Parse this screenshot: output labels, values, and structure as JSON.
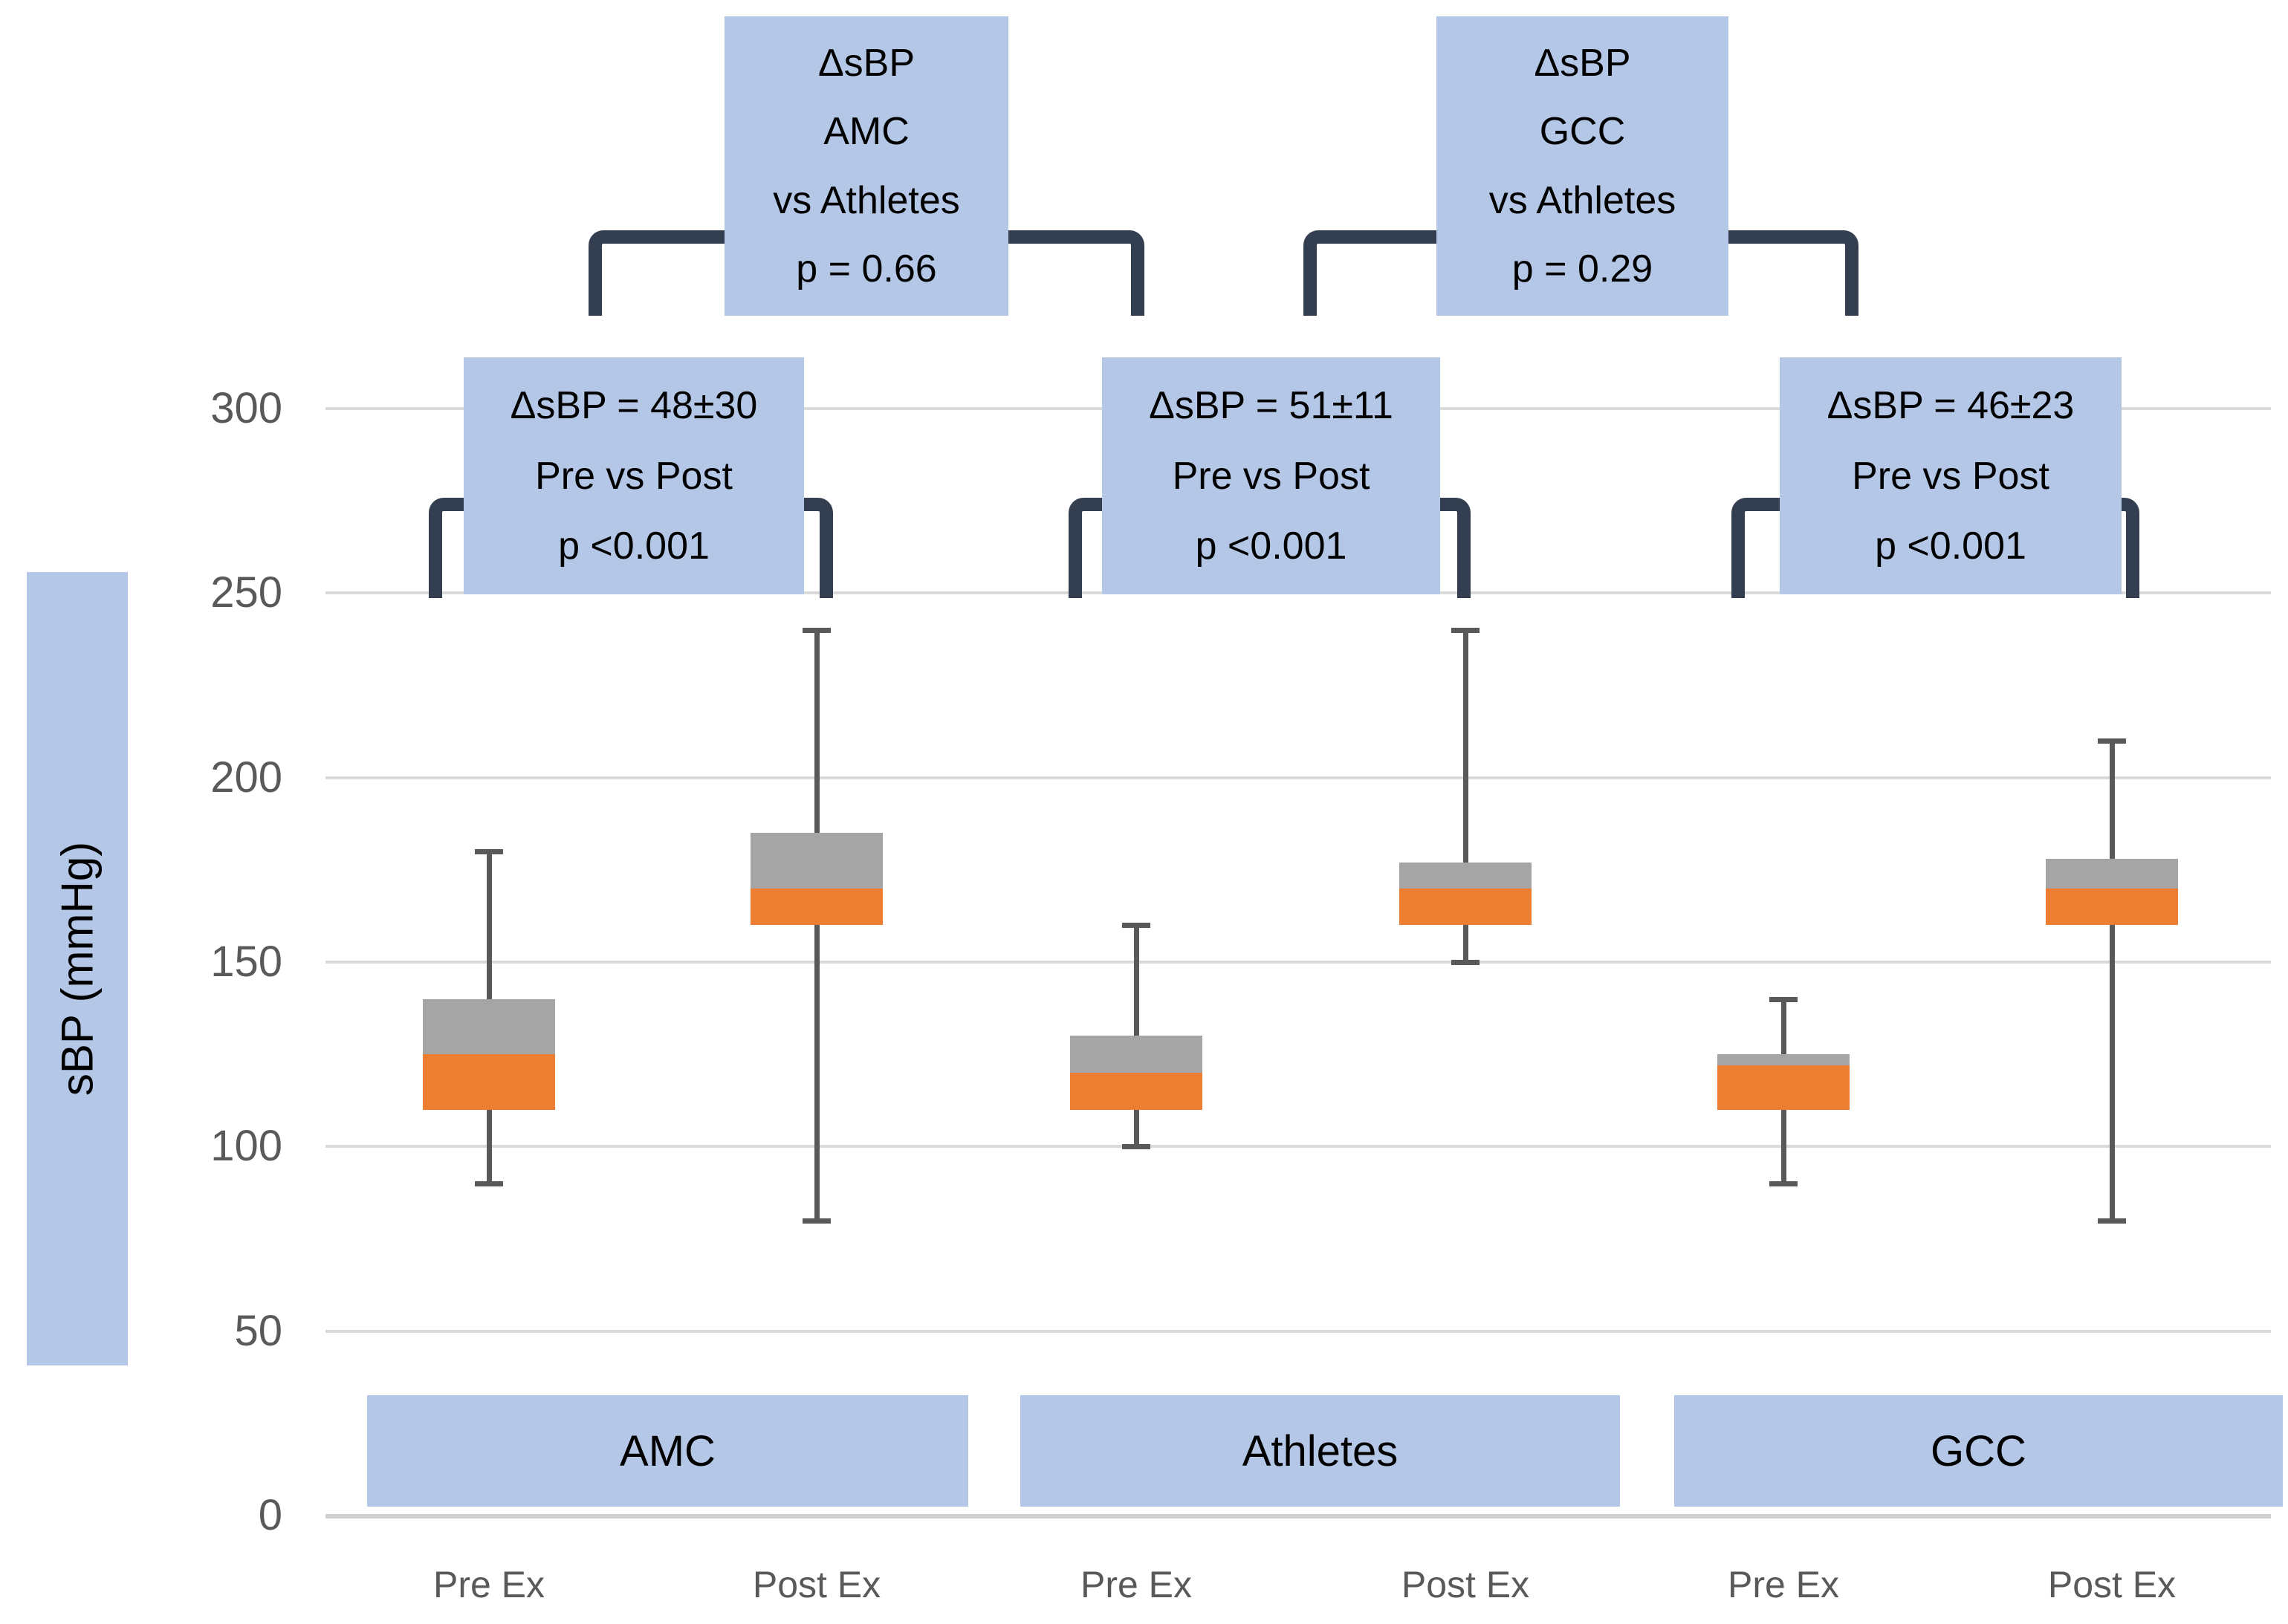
{
  "chart_data": {
    "type": "boxplot",
    "ylabel": "sBP (mmHg)",
    "ylim": [
      0,
      300
    ],
    "yticks": [
      300,
      250,
      200,
      150,
      100,
      50,
      0
    ],
    "grid": "horizontal",
    "colors": {
      "box_upper_fill": "#a5a5a5",
      "box_lower_fill": "#ed7d31",
      "whisker": "#595959",
      "annotation_fill": "#b4c7e7",
      "bracket": "#333f50",
      "gridline": "#dadada",
      "axis_text": "#595959"
    },
    "groups": [
      {
        "label": "AMC"
      },
      {
        "label": "Athletes"
      },
      {
        "label": "GCC"
      }
    ],
    "series": [
      {
        "id": "amc-pre-ex",
        "group": "AMC",
        "condition": "Pre Ex",
        "whisker_low": 90,
        "q1": 110,
        "median": 125,
        "q3": 140,
        "whisker_high": 180
      },
      {
        "id": "amc-post-ex",
        "group": "AMC",
        "condition": "Post Ex",
        "whisker_low": 80,
        "q1": 160,
        "median": 170,
        "q3": 185,
        "whisker_high": 240
      },
      {
        "id": "athletes-pre-ex",
        "group": "Athletes",
        "condition": "Pre Ex",
        "whisker_low": 100,
        "q1": 110,
        "median": 120,
        "q3": 130,
        "whisker_high": 160
      },
      {
        "id": "athletes-post-ex",
        "group": "Athletes",
        "condition": "Post Ex",
        "whisker_low": 150,
        "q1": 160,
        "median": 170,
        "q3": 177,
        "whisker_high": 240
      },
      {
        "id": "gcc-pre-ex",
        "group": "GCC",
        "condition": "Pre Ex",
        "whisker_low": 90,
        "q1": 110,
        "median": 122,
        "q3": 125,
        "whisker_high": 140
      },
      {
        "id": "gcc-post-ex",
        "group": "GCC",
        "condition": "Post Ex",
        "whisker_low": 80,
        "q1": 160,
        "median": 170,
        "q3": 178,
        "whisker_high": 210
      }
    ],
    "annotations": {
      "group_comparisons": [
        {
          "lines": [
            "ΔsBP",
            "AMC",
            "vs Athletes",
            "p = 0.66"
          ]
        },
        {
          "lines": [
            "ΔsBP",
            "GCC",
            "vs Athletes",
            "p = 0.29"
          ]
        }
      ],
      "pair_comparisons": [
        {
          "lines": [
            "ΔsBP = 48±30",
            "Pre vs Post",
            "p <0.001"
          ]
        },
        {
          "lines": [
            "ΔsBP = 51±11",
            "Pre vs Post",
            "p <0.001"
          ]
        },
        {
          "lines": [
            "ΔsBP = 46±23",
            "Pre vs Post",
            "p <0.001"
          ]
        }
      ]
    }
  }
}
